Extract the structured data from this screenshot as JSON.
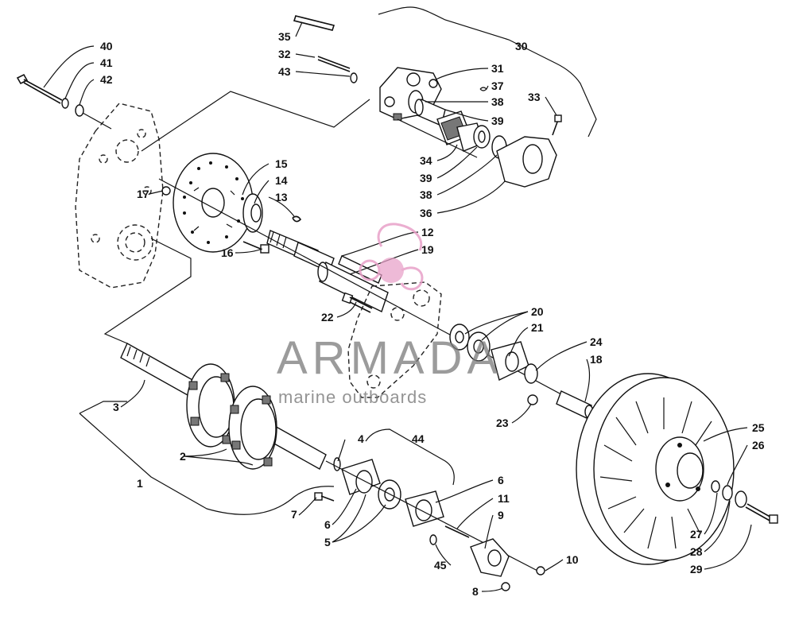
{
  "diagram": {
    "callouts": [
      "1",
      "2",
      "3",
      "4",
      "5",
      "6",
      "6",
      "7",
      "8",
      "9",
      "10",
      "11",
      "12",
      "13",
      "14",
      "15",
      "16",
      "17",
      "18",
      "19",
      "20",
      "21",
      "22",
      "23",
      "24",
      "25",
      "26",
      "27",
      "28",
      "29",
      "30",
      "31",
      "32",
      "33",
      "34",
      "35",
      "36",
      "37",
      "38",
      "38",
      "39",
      "39",
      "40",
      "41",
      "42",
      "43",
      "44",
      "45"
    ]
  },
  "watermark": {
    "brand": "ARMADA",
    "tagline": "marine outboards",
    "logo_color": "#e8a0c8"
  }
}
